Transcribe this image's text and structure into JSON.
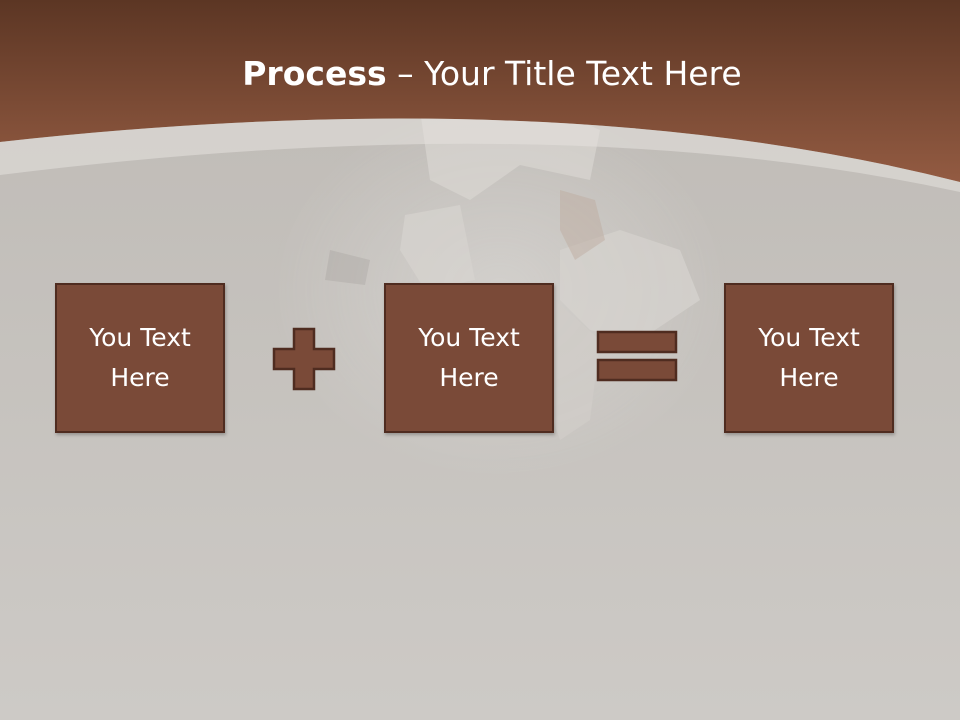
{
  "slide": {
    "title_bold": "Process",
    "title_rest": " – Your Title Text Here"
  },
  "process": {
    "boxes": [
      {
        "text": "You Text\nHere"
      },
      {
        "text": "You Text\nHere"
      },
      {
        "text": "You Text\nHere"
      }
    ],
    "operators": [
      "plus",
      "equals"
    ]
  },
  "colors": {
    "header": "#8a5038",
    "box_fill": "#7a4a38",
    "box_border": "#4f2c20",
    "background": "#c9c6c2"
  }
}
